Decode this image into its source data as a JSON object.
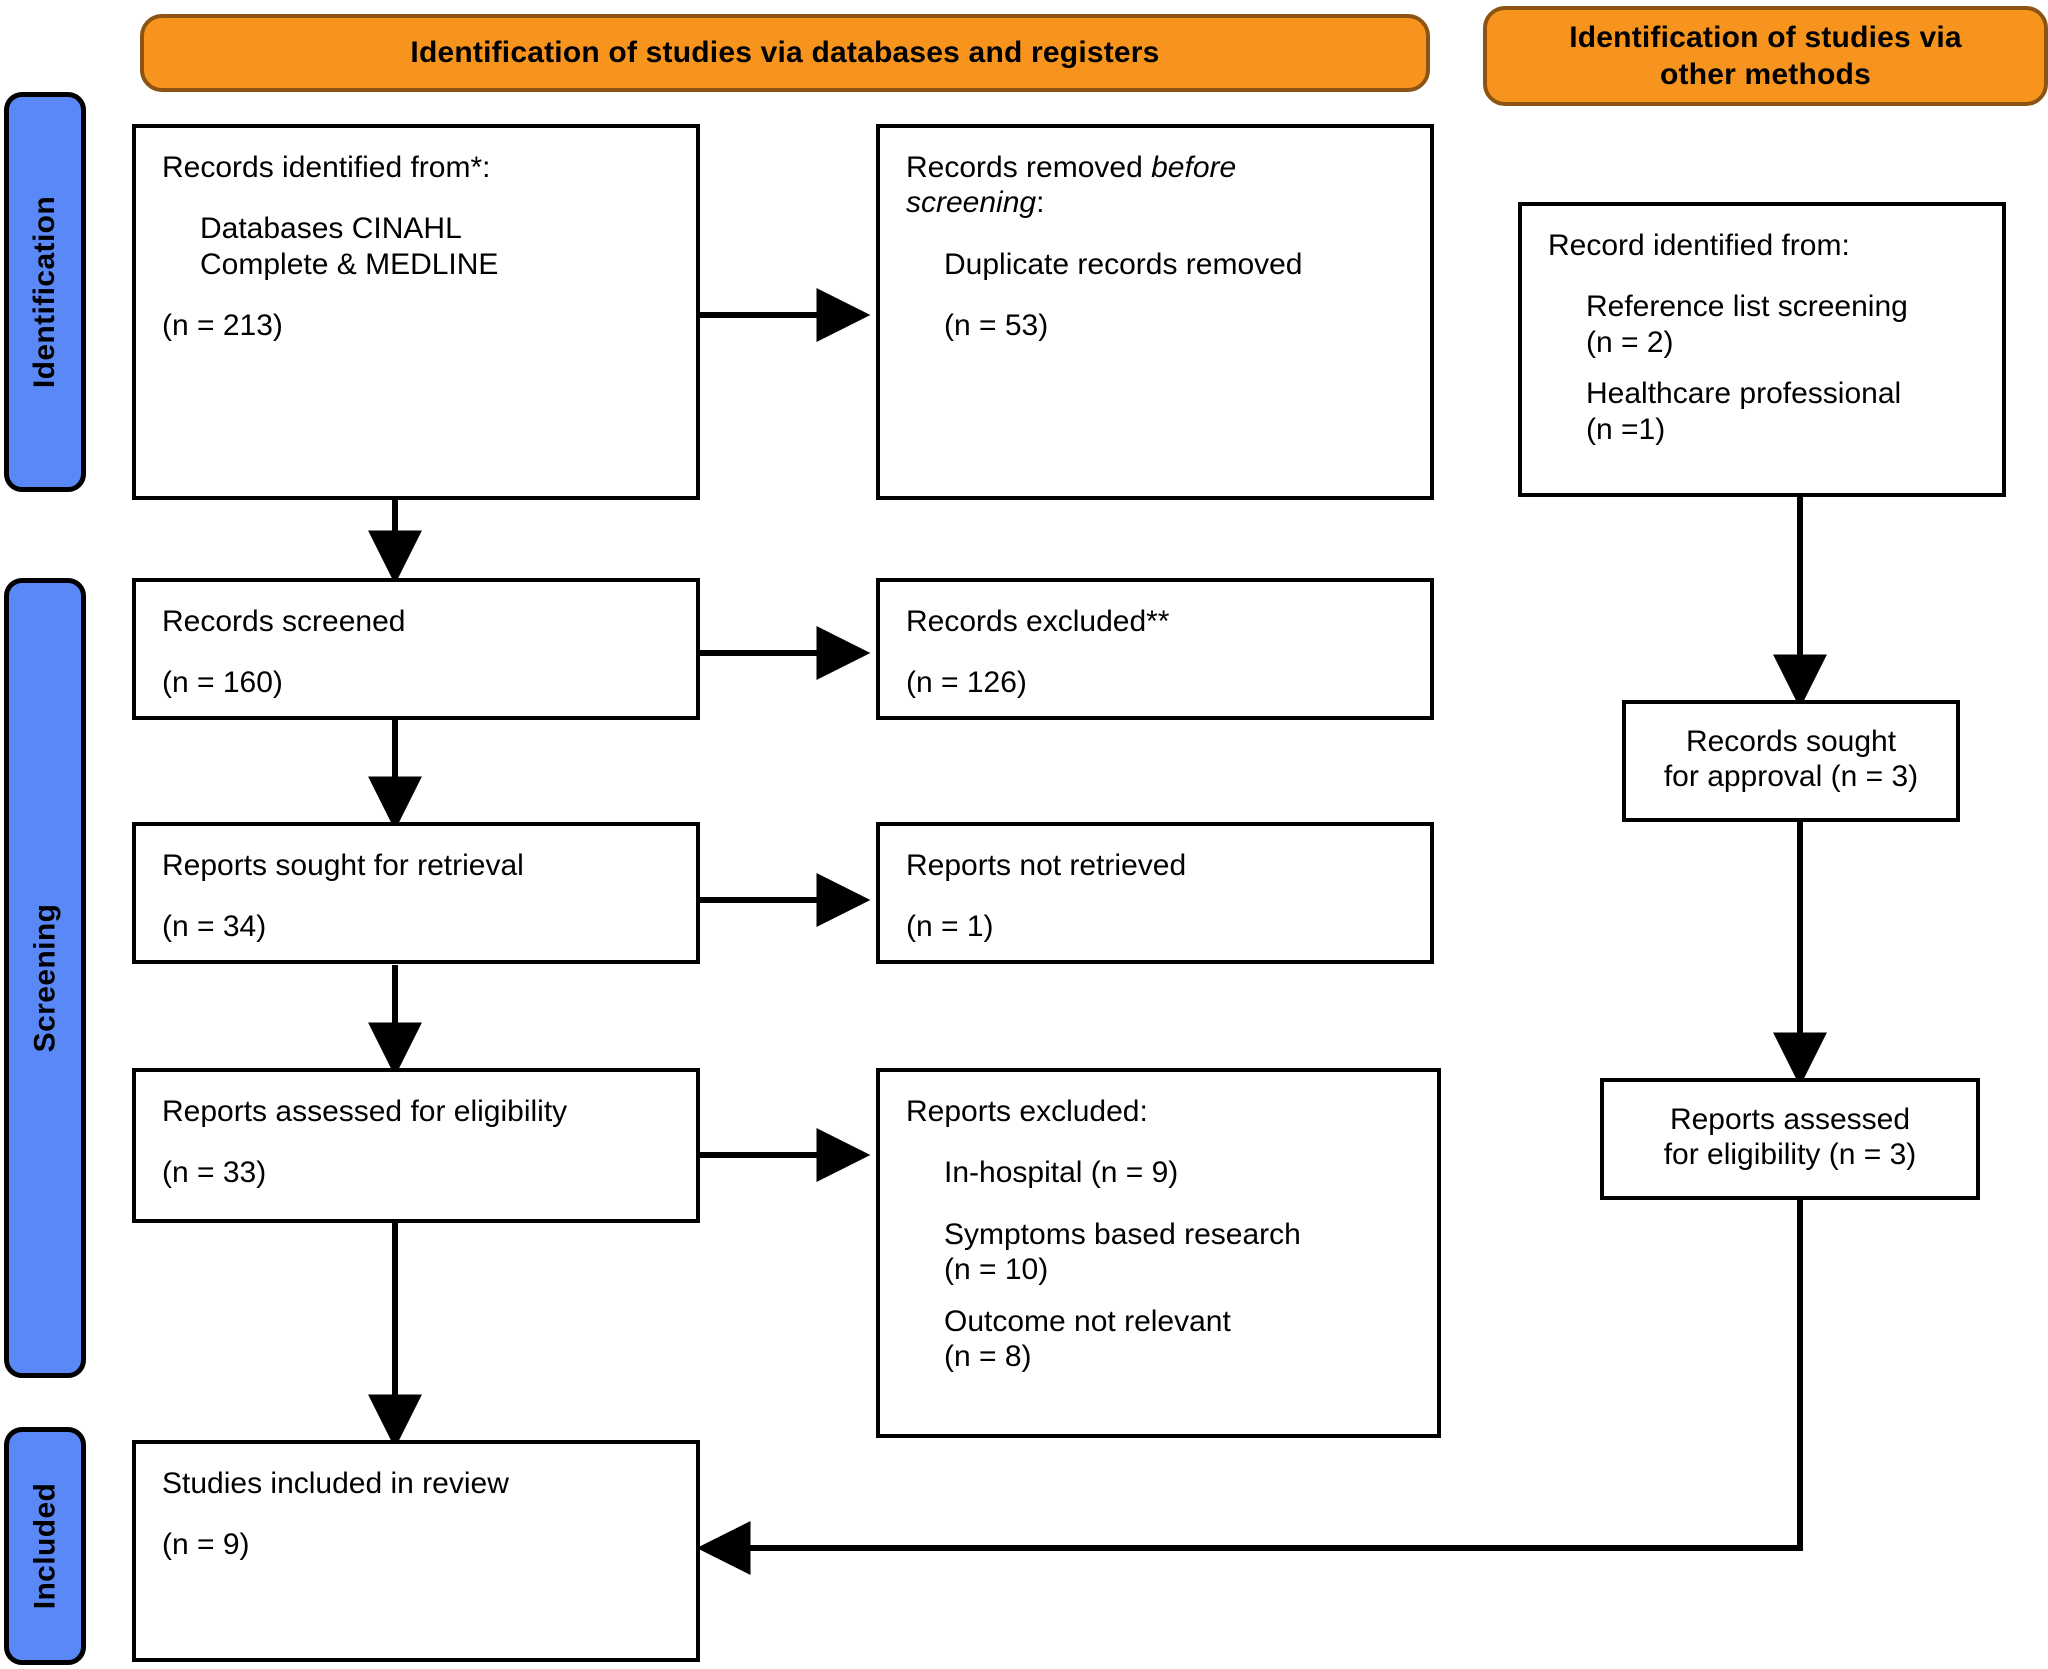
{
  "headers": {
    "databases": "Identification of studies via databases and registers",
    "other": "Identification of studies via\nother methods"
  },
  "stages": {
    "identification": "Identification",
    "screening": "Screening",
    "included": "Included"
  },
  "nodes": {
    "records_identified": {
      "title": "Records identified from*:",
      "source": "Databases CINAHL",
      "source2": "Complete & MEDLINE",
      "count": "(n = 213)"
    },
    "records_removed": {
      "title_a": "Records removed ",
      "title_italic": "before",
      "title_b": "screening",
      "title_colon": ":",
      "item": "Duplicate records removed",
      "count": "(n = 53)"
    },
    "record_identified_other": {
      "title": "Record identified from:",
      "item1": "Reference list screening",
      "item1_count": "(n = 2)",
      "item2": "Healthcare professional",
      "item2_count": "(n =1)"
    },
    "records_screened": {
      "title": "Records screened",
      "count": "(n = 160)"
    },
    "records_excluded": {
      "title": "Records excluded**",
      "count": "(n = 126)"
    },
    "records_sought_approval": {
      "line1": "Records sought",
      "line2": "for approval (n = 3)"
    },
    "reports_sought": {
      "title": "Reports sought for retrieval",
      "count": "(n = 34)"
    },
    "reports_not_retrieved": {
      "title": "Reports not retrieved",
      "count": "(n = 1)"
    },
    "reports_assessed": {
      "title": "Reports assessed for eligibility",
      "count": "(n = 33)"
    },
    "reports_excluded": {
      "title": "Reports excluded:",
      "item1": "In-hospital (n = 9)",
      "item2": "Symptoms based research",
      "item2_count": "(n = 10)",
      "item3": "Outcome not relevant",
      "item3_count": "(n = 8)"
    },
    "reports_assessed_other": {
      "line1": "Reports assessed",
      "line2": "for eligibility (n = 3)"
    },
    "studies_included": {
      "title": "Studies included in review",
      "count": "(n = 9)"
    }
  },
  "colors": {
    "header_orange": "#F7941D",
    "header_orange_border": "#8C5413",
    "stage_blue": "#5A88F7",
    "outline": "#000000"
  }
}
